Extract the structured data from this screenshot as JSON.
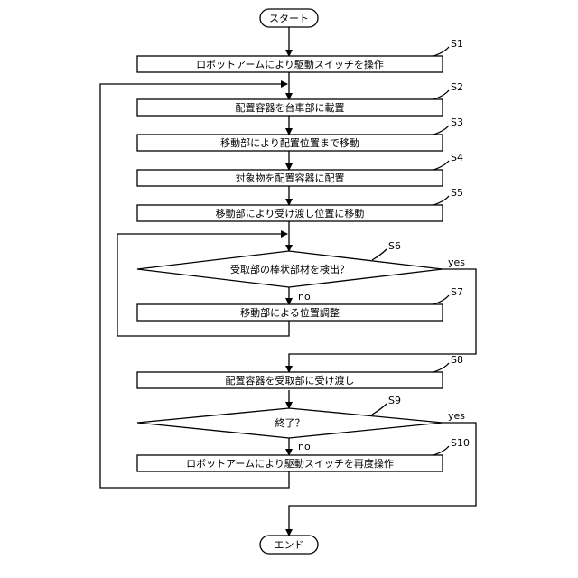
{
  "terminals": {
    "start": "スタート",
    "end": "エンド"
  },
  "steps": [
    {
      "id": "S1",
      "text": "ロボットアームにより駆動スイッチを操作"
    },
    {
      "id": "S2",
      "text": "配置容器を台車部に載置"
    },
    {
      "id": "S3",
      "text": "移動部により配置位置まで移動"
    },
    {
      "id": "S4",
      "text": "対象物を配置容器に配置"
    },
    {
      "id": "S5",
      "text": "移動部により受け渡し位置に移動"
    },
    {
      "id": "S6",
      "text": "受取部の棒状部材を検出？"
    },
    {
      "id": "S7",
      "text": "移動部による位置調整"
    },
    {
      "id": "S8",
      "text": "配置容器を受取部に受け渡し"
    },
    {
      "id": "S9",
      "text": "終了？"
    },
    {
      "id": "S10",
      "text": "ロボットアームにより駆動スイッチを再度操作"
    }
  ],
  "branch_labels": {
    "s6_yes": "yes",
    "s6_no": "no",
    "s9_yes": "yes",
    "s9_no": "no"
  }
}
